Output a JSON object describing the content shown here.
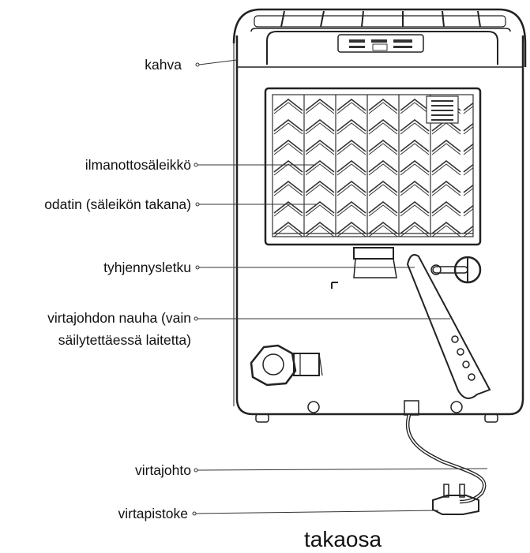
{
  "diagram": {
    "caption": "takaosa",
    "labels": [
      {
        "id": "handle",
        "text": "kahva"
      },
      {
        "id": "air-intake-grille",
        "text": "ilmanottosäleikkö"
      },
      {
        "id": "condenser",
        "text": "odatin (säleikön takana)"
      },
      {
        "id": "drain-hose",
        "text": "tyhjennysletku"
      },
      {
        "id": "cord-strap",
        "line1": "virtajohdon nauha (vain",
        "line2": "säilytettäessä laitetta)"
      },
      {
        "id": "power-cord",
        "text": "virtajohto"
      },
      {
        "id": "power-plug",
        "text": "virtapistoke"
      }
    ]
  }
}
